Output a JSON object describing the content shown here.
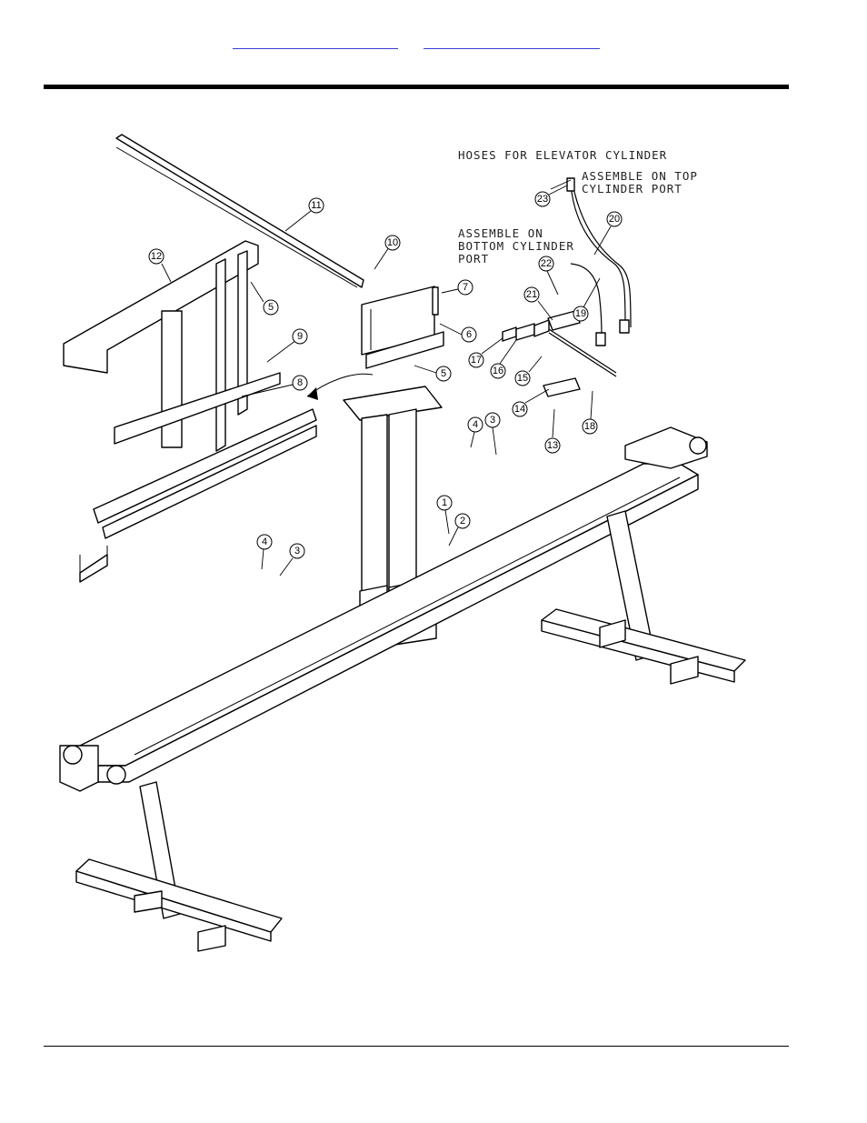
{
  "header": {
    "links": [
      {
        "label": ""
      },
      {
        "label": ""
      }
    ]
  },
  "notes": {
    "title": "HOSES FOR ELEVATOR CYLINDER",
    "top_port_line1": "ASSEMBLE ON TOP",
    "top_port_line2": "CYLINDER PORT",
    "bottom_port_line1": "ASSEMBLE ON",
    "bottom_port_line2": "BOTTOM CYLINDER",
    "bottom_port_line3": "PORT"
  },
  "callouts": [
    "1",
    "2",
    "3",
    "3",
    "4",
    "4",
    "5",
    "5",
    "6",
    "7",
    "8",
    "9",
    "10",
    "11",
    "12",
    "13",
    "14",
    "15",
    "16",
    "17",
    "18",
    "19",
    "20",
    "21",
    "22",
    "23"
  ]
}
